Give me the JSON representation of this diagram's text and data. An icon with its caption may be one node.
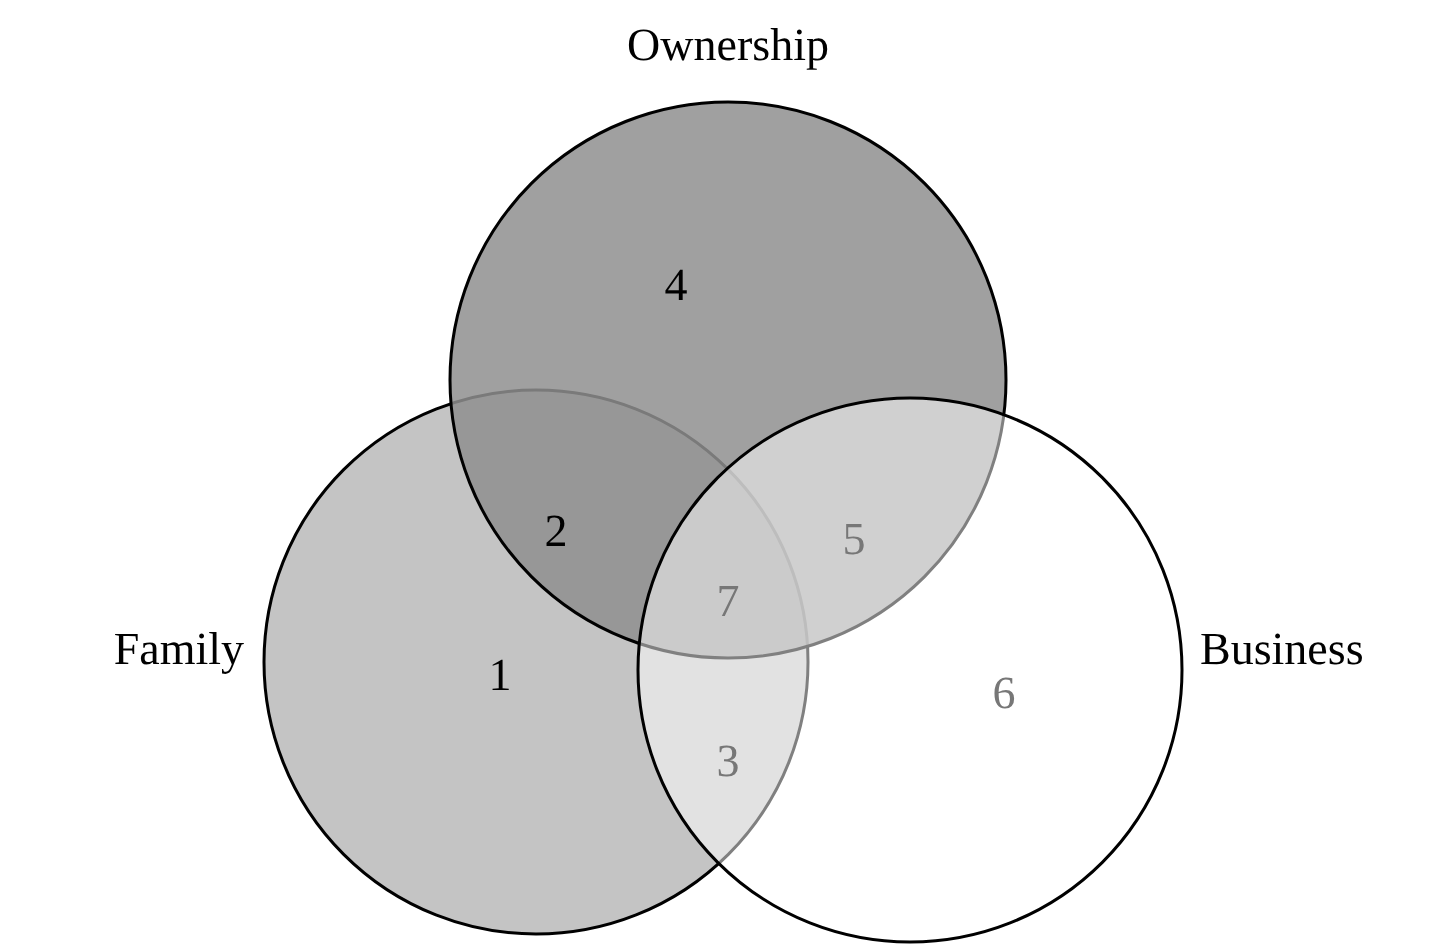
{
  "diagram": {
    "nodes": [
      {
        "text": [
          "Ownership"
        ]
      },
      {
        "text": [
          "Family"
        ]
      },
      {
        "text": [
          "Business"
        ]
      }
    ],
    "labels": [
      "4",
      "2",
      "5",
      "7",
      "1",
      "6",
      "3"
    ]
  }
}
